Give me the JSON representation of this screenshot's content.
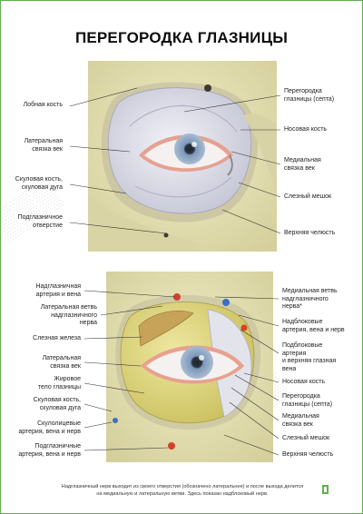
{
  "title": "ПЕРЕГОРОДКА ГЛАЗНИЦЫ",
  "top_panel": {
    "labels_left": [
      "Лобная кость",
      "Латеральная\nсвязка век",
      "Скуловая кость,\nскуловая дуга",
      "Подглазничное\nотверстие"
    ],
    "labels_right": [
      "Перегородка\nглазницы (септа)",
      "Носовая кость",
      "Медиальная\nсвязка век",
      "Слезный мешок",
      "Верхняя челюсть"
    ]
  },
  "bottom_panel": {
    "labels_left": [
      "Надглазничная\nартерия и вена",
      "Латеральная ветвь\nнадглазничного\nнерва",
      "Слезная железа",
      "Латеральная\nсвязка век",
      "Жировое\nтело глазницы",
      "Скуловая кость,\nскуловая дуга",
      "Скулолицевые\nартерия, вена и нерв",
      "Подглазничные\nартерия, вена и нерв"
    ],
    "labels_right": [
      "Медиальная ветвь\nнадглазничного\nнерва*",
      "Надблоковые\nартерия, вена и нерв",
      "Подблоковые\nартерия\nи верхняя глазная\nвена",
      "Носовая кость",
      "Перегородка\nглазницы (септа)",
      "Медиальная\nсвязка век",
      "Слезный мешок",
      "Верхняя челюсть"
    ]
  },
  "footer": "Надглазничный нерв выходит из своего отверстия (обозначено латеральнее) и после выхода делится\nна медиальную и латеральную ветви. Здесь показан надблоковый нерв.",
  "colors": {
    "border": "#5fae4e",
    "bone": "#e6e1b4",
    "septum": "#dcdce8",
    "fat": "#d9d27a",
    "iris": "#8da7c4",
    "lid": "#e7a18f"
  }
}
